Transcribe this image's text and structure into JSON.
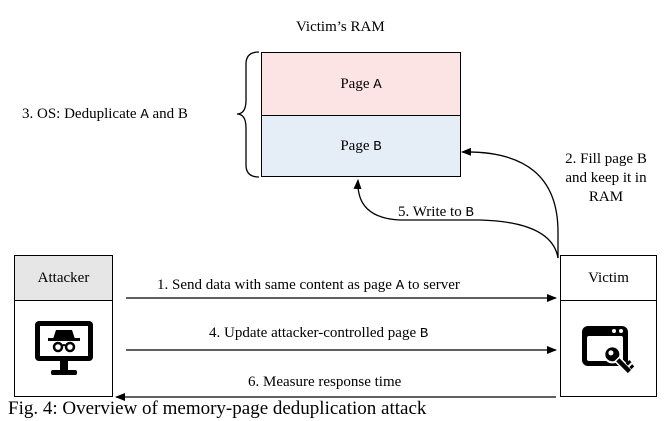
{
  "ram": {
    "title": "Victim’s RAM",
    "page_a": {
      "word": "Page",
      "letter": "A",
      "fill": "#fbe4e3"
    },
    "page_b": {
      "word": "Page",
      "letter": "B",
      "fill": "#e5eef7"
    }
  },
  "os_step": {
    "text": "3. OS: Deduplicate",
    "letter_a": "A",
    "and": "and",
    "letter_b": "B"
  },
  "fill_step": {
    "line1": "2. Fill page B",
    "line2": "and keep it in",
    "line3": "RAM"
  },
  "write_step": {
    "text": "5. Write to",
    "letter": "B"
  },
  "attacker": {
    "label": "Attacker",
    "header_fill": "#e6e6e6"
  },
  "victim": {
    "label": "Victim"
  },
  "messages": {
    "send": {
      "text": "1. Send data with same content as page",
      "letter": "A",
      "tail": "to server"
    },
    "update": {
      "text": "4. Update attacker-controlled page",
      "letter": "B"
    },
    "measure": {
      "text": "6. Measure response time"
    }
  },
  "caption": {
    "text": "Fig. 4: Overview of memory-page deduplication attack"
  },
  "icons": {
    "attacker": "spy-monitor-icon",
    "victim": "browser-key-icon"
  }
}
